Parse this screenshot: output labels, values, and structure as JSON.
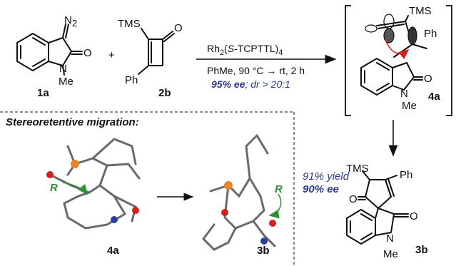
{
  "reaction": {
    "sm1_label": "1a",
    "sm1_diazo": "N",
    "sm1_diazo_sub": "2",
    "sm1_o": "O",
    "sm1_n": "N",
    "sm1_me": "Me",
    "plus": "+",
    "sm2_label": "2b",
    "sm2_tms": "TMS",
    "sm2_ph": "Ph",
    "sm2_o": "O",
    "cond_catalyst_a": "Rh",
    "cond_catalyst_sub": "2",
    "cond_catalyst_b": "(",
    "cond_catalyst_s": "S",
    "cond_catalyst_c": "-TCPTTL)",
    "cond_catalyst_sub2": "4",
    "cond_line2": "PhMe, 90 °C → rt, 2 h",
    "cond_line3_a": "95% ee",
    "cond_line3_b": "; dr > 20:1"
  },
  "intermediate": {
    "label": "4a",
    "tms": "TMS",
    "ph": "Ph",
    "o": "O",
    "n": "N",
    "me": "Me"
  },
  "product": {
    "label": "3b",
    "tms": "TMS",
    "ph": "Ph",
    "o_top": "O",
    "o_lac": "O",
    "n": "N",
    "me": "Me",
    "yield": "91% yield",
    "ee": "90% ee"
  },
  "inset": {
    "title": "Stereoretentive migration:",
    "left_label": "4a",
    "right_label": "3b",
    "r_left": "R",
    "r_right": "R"
  },
  "colors": {
    "accent_blue": "#2e3a8c",
    "green": "#2f8f3a",
    "red": "#d02020",
    "orange": "#e8852a"
  }
}
